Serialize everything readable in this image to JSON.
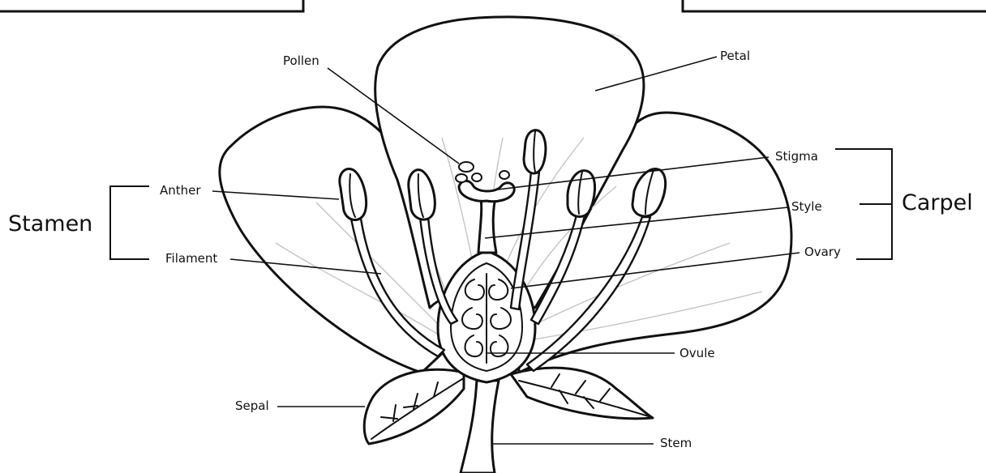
{
  "diagram": {
    "labels": {
      "pollen": "Pollen",
      "petal": "Petal",
      "stigma": "Stigma",
      "style": "Style",
      "ovary": "Ovary",
      "anther": "Anther",
      "filament": "Filament",
      "ovule": "Ovule",
      "sepal": "Sepal",
      "stem": "Stem"
    },
    "groups": {
      "stamen": "Stamen",
      "carpel": "Carpel"
    }
  },
  "colors": {
    "ink": "#111111",
    "shade": "#cfcfcf",
    "background": "#ffffff"
  }
}
